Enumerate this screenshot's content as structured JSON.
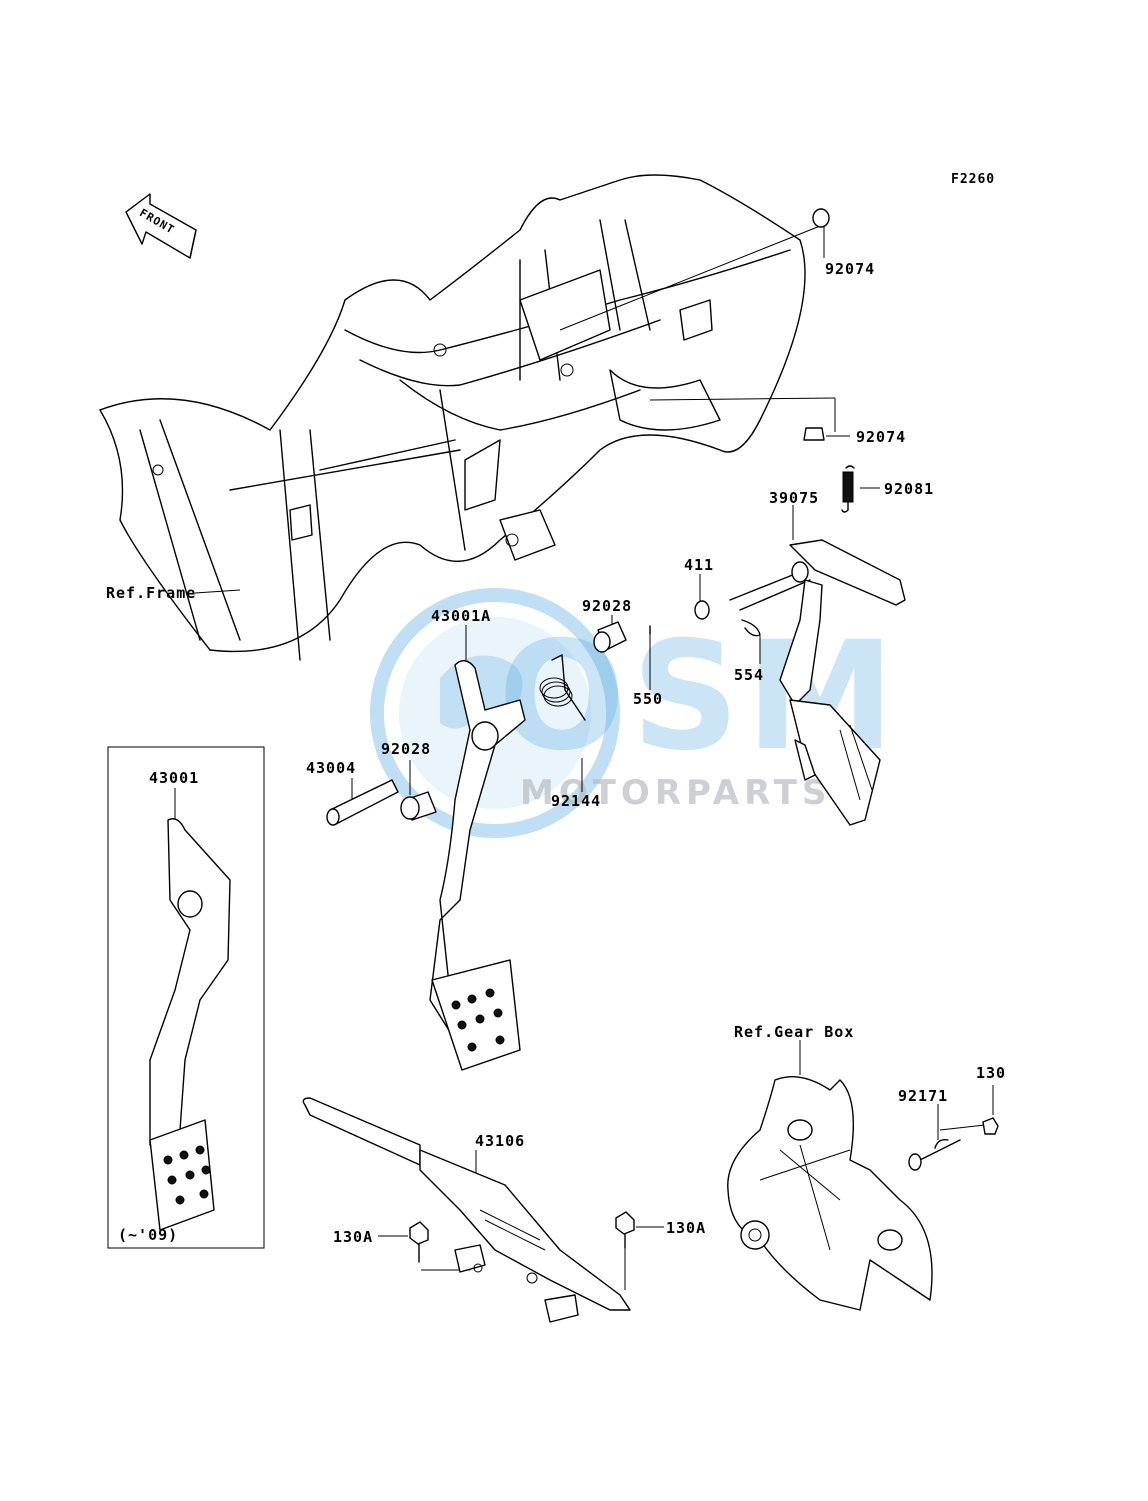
{
  "figure_code": "F2260",
  "front_arrow": "FRONT",
  "watermark": {
    "brand": "OSM",
    "sub": "MOTORPARTS"
  },
  "references": {
    "frame": "Ref.Frame",
    "gear_box": "Ref.Gear Box"
  },
  "inset_note": "(~'09)",
  "part_numbers": {
    "p92074_top": "92074",
    "p92074_mid": "92074",
    "p92081": "92081",
    "p39075": "39075",
    "p411": "411",
    "p554": "554",
    "p550": "550",
    "p92028_a": "92028",
    "p92028_b": "92028",
    "p43001A": "43001A",
    "p43004": "43004",
    "p92144": "92144",
    "p43001": "43001",
    "p43106": "43106",
    "p130A_left": "130A",
    "p130A_right": "130A",
    "p92171": "92171",
    "p130": "130"
  },
  "colors": {
    "line": "#000000",
    "watermark_blue": "#4aa3df",
    "watermark_gray": "#b8bcc2"
  }
}
